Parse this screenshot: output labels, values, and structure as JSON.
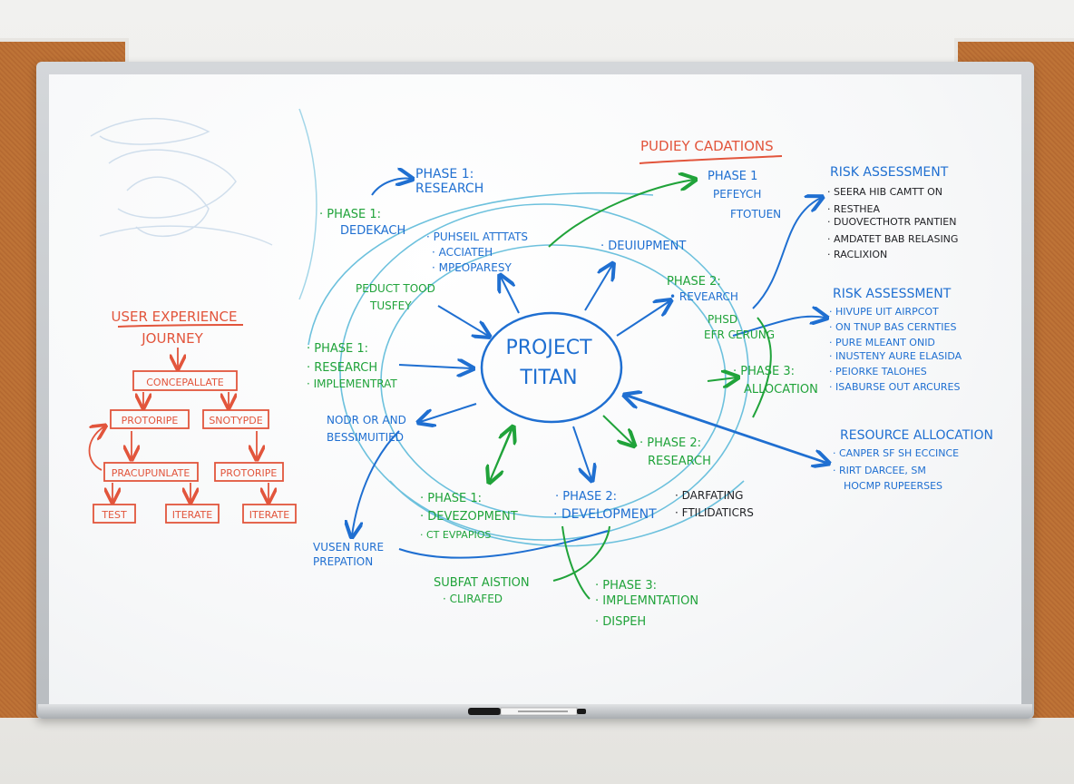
{
  "colors": {
    "blue": "#1f6fd1",
    "green": "#20a33a",
    "red": "#e2553c",
    "black": "#1f2024",
    "light_blue": "#6dc1dd"
  },
  "center": {
    "line1": "PROJECT",
    "line2": "TITAN"
  },
  "ux": {
    "title1": "USER EXPERIENCE",
    "title2": "JOURNEY",
    "conceptualize": "CONCEPALLATE",
    "prototype_a": "PROTORIPE",
    "prototype_b": "SNOTYPDE",
    "reconcile": "PRACUPUNLATE",
    "prototype_c": "PROTORIPE",
    "test": "TEST",
    "iterate_a": "ITERATE",
    "iterate_b": "ITERATE"
  },
  "top": {
    "phase1_label": "PHASE 1:",
    "phase1_research": "RESEARCH",
    "phase1_left_a": "· PHASE 1:",
    "phase1_left_b": "DEDEKACH",
    "bullets": [
      "· PUHSEIL ATTTATS",
      "· ACCIATEH",
      "· MPEOPARESY"
    ],
    "development": "· DEUIUPMENT",
    "product_a": "PEDUCT TOOD",
    "product_b": "TUSFEY"
  },
  "right": {
    "red_title": "PUDIEY CADATIONS",
    "phase1_a": "PHASE 1",
    "phase1_b": "PEFEYCH",
    "phase1_c": "FTOTUEN",
    "phase2_a": "PHASE 2:",
    "phase2_b": "• REVEARCH",
    "phsd_a": "PHSD",
    "phsd_b": "EFR CERUNG",
    "phase3_a": "· PHASE 3:",
    "phase3_b": "ALLOCATION"
  },
  "risk1": {
    "title": "RISK ASSESSMENT",
    "items": [
      "· SEERA HIB CAMTT ON",
      "· RESTHEA",
      "· DUOVECTHOTR PANTIEN",
      "· AMDATET BAB RELASING",
      "· RACLIXION"
    ]
  },
  "risk2": {
    "title": "RISK ASSESSMENT",
    "items": [
      "· HIVUPE UIT AIRPCOT",
      "· ON TNUP BAS CERNTIES",
      "· PURE MLEANT ONID",
      "· INUSTENY AURE ELASIDA",
      "· PEIORKE TALOHES",
      "· ISABURSE OUT ARCURES"
    ]
  },
  "resource": {
    "title": "RESOURCE ALLOCATION",
    "items": [
      "· CANPER SF SH ECCINCE",
      "· RIRT DARCEE, SM",
      "HOCMP RUPEERSES"
    ]
  },
  "left_mid": {
    "phase1_a": "· PHASE 1:",
    "phase1_b": "· RESEARCH",
    "phase1_c": "· IMPLEMENTRAT",
    "nodr_a": "NODR OR AND",
    "nodr_b": "BESSIMUITIED",
    "vusen_a": "VUSEN RURE",
    "vusen_b": "PREPATION"
  },
  "bottom": {
    "phase1_a": "· PHASE 1:",
    "phase1_b": "· DEVEZOPMENT",
    "phase1_c": "· CT EVPAPIOS",
    "phase2_a": "· PHASE 2:",
    "phase2_b": "· DEVELOPMENT",
    "dark_a": "· DARFATING",
    "dark_b": "· FTILIDATICRS",
    "subfat_a": "SUBFAT AISTION",
    "subfat_b": "· CLIRAFED",
    "phase3_a": "· PHASE 3:",
    "phase3_b": "· IMPLEMNTATION",
    "phase3_c": "· DISPEH",
    "phase2_right_a": "· PHASE 2:",
    "phase2_right_b": "RESEARCH"
  }
}
